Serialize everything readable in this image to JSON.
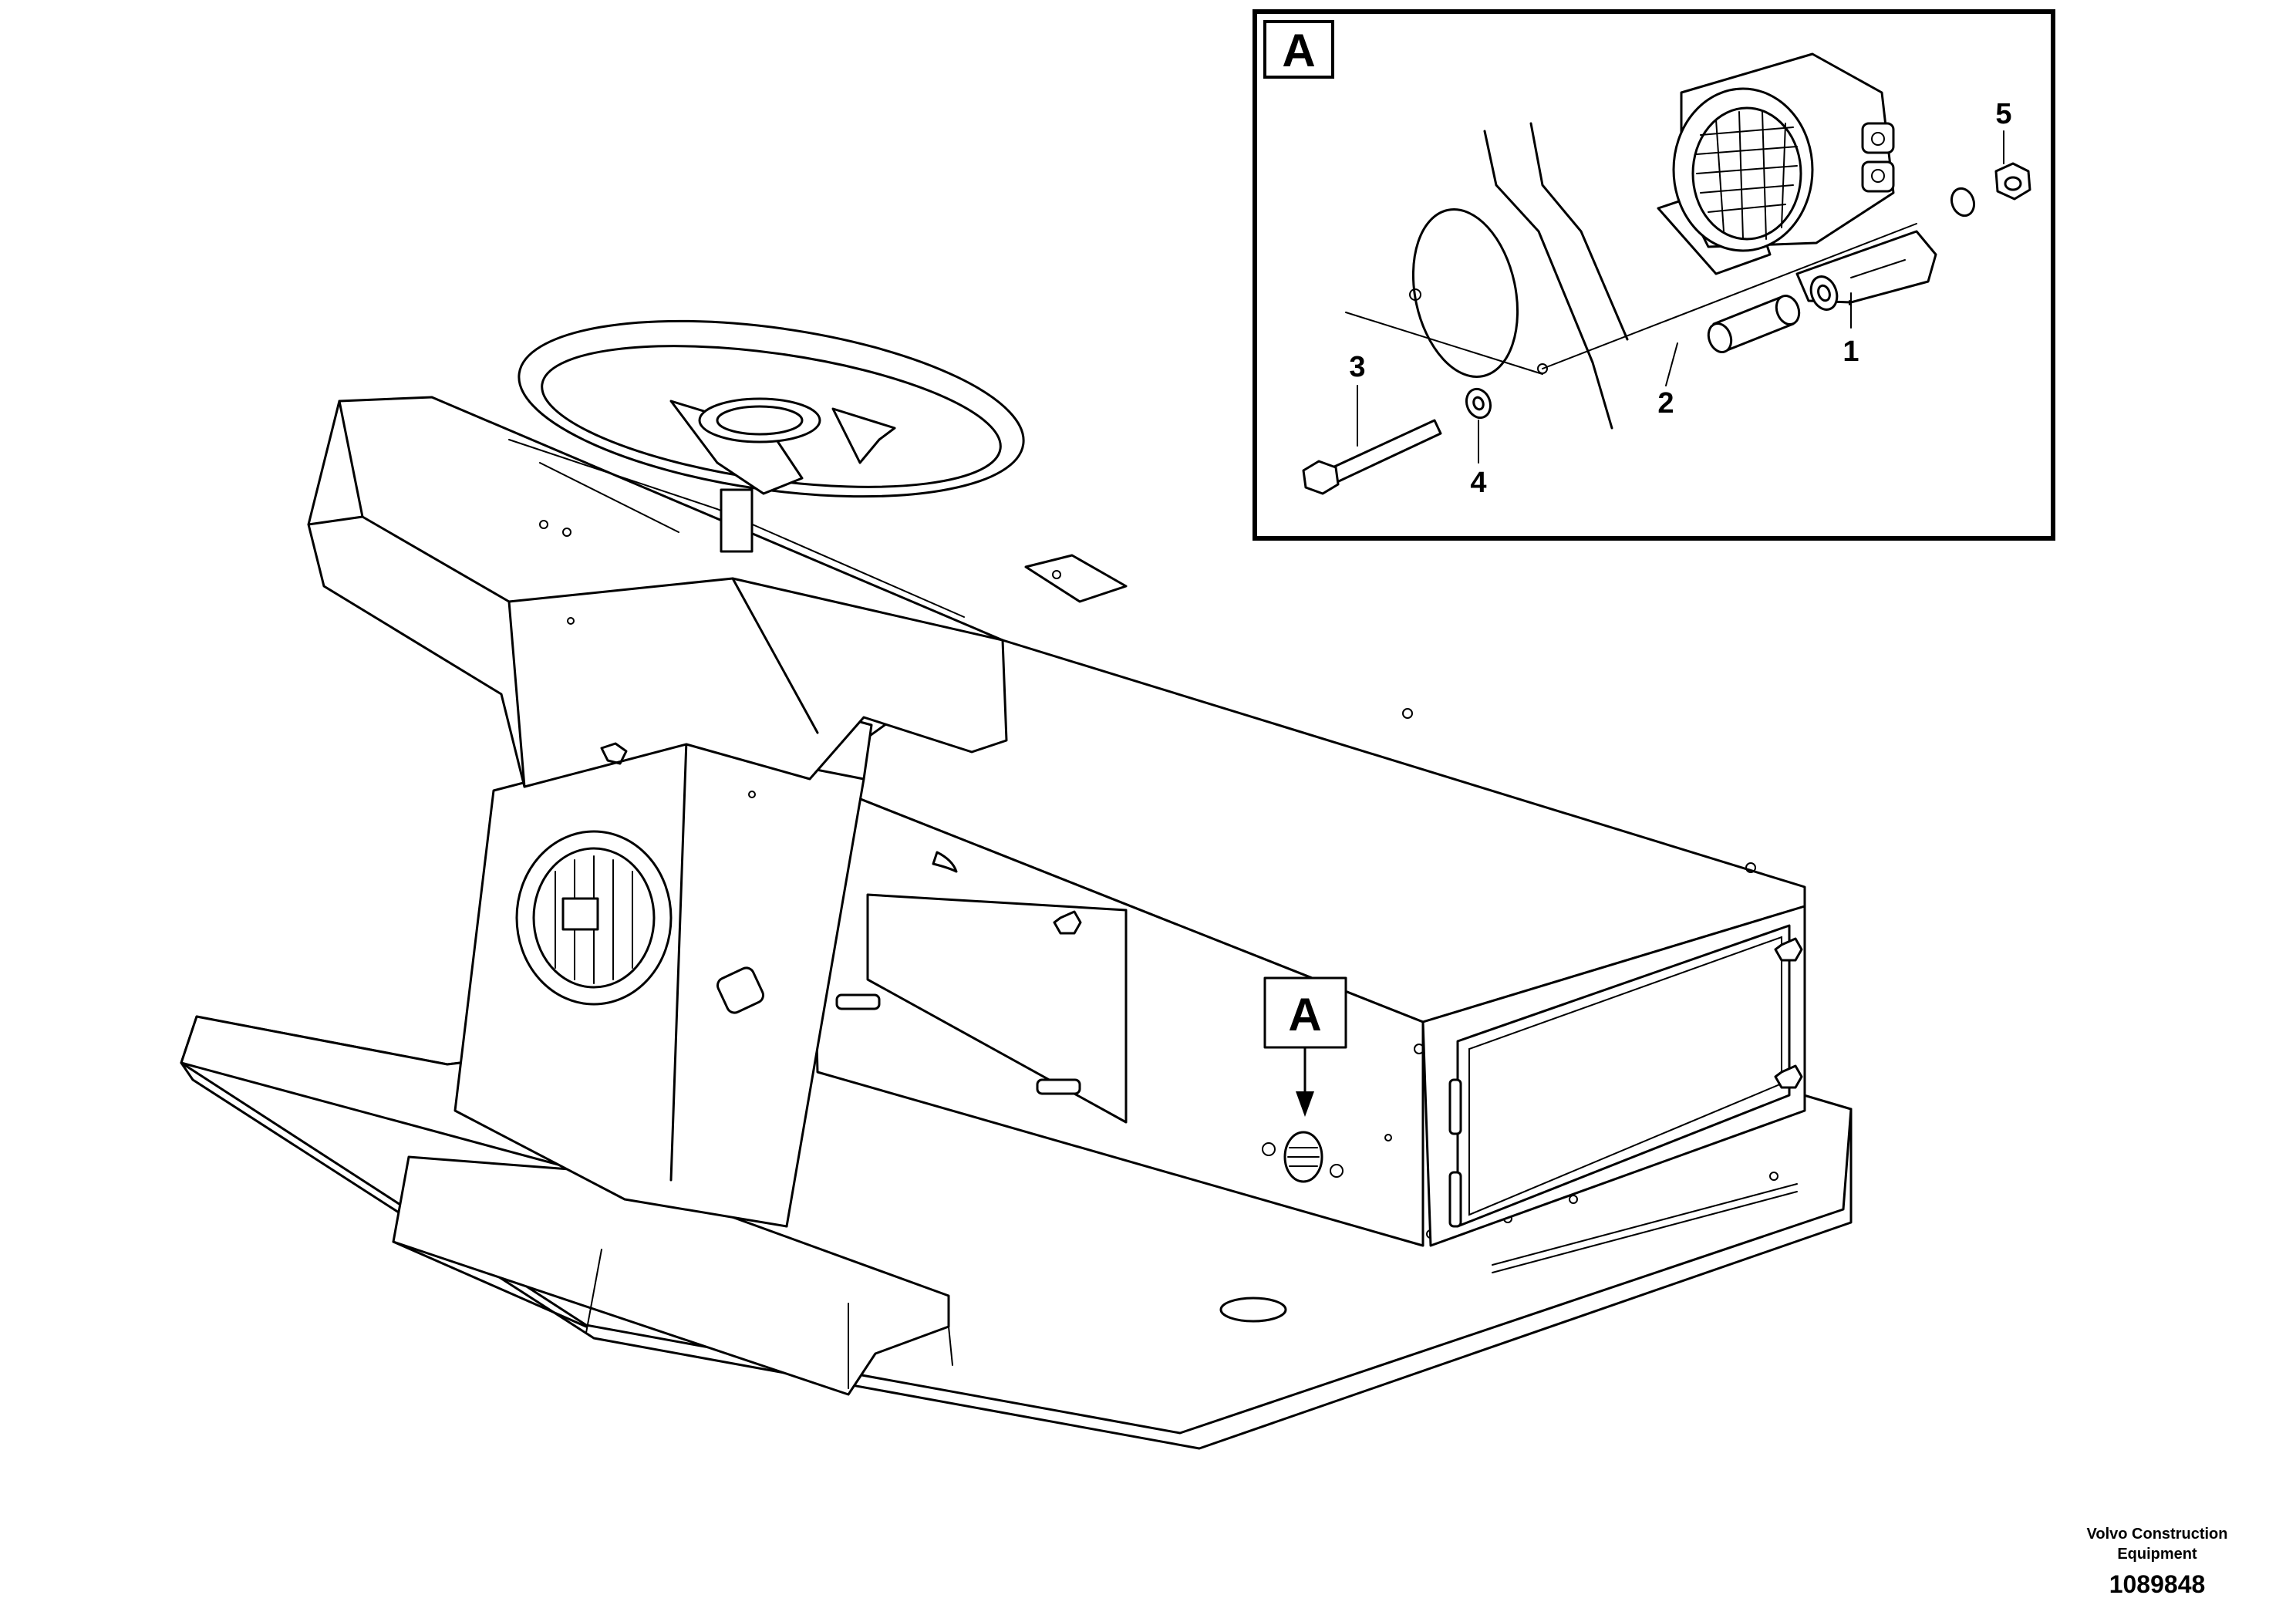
{
  "detail_view": {
    "label": "A",
    "callouts": [
      {
        "id": "1",
        "part": "backup-alarm"
      },
      {
        "id": "2",
        "part": "spacer-sleeve"
      },
      {
        "id": "3",
        "part": "bolt"
      },
      {
        "id": "4",
        "part": "washer"
      },
      {
        "id": "5",
        "part": "nut"
      }
    ]
  },
  "main_view": {
    "location_marker": "A"
  },
  "footer": {
    "company": "Volvo Construction Equipment",
    "figure_id": "1089848"
  }
}
